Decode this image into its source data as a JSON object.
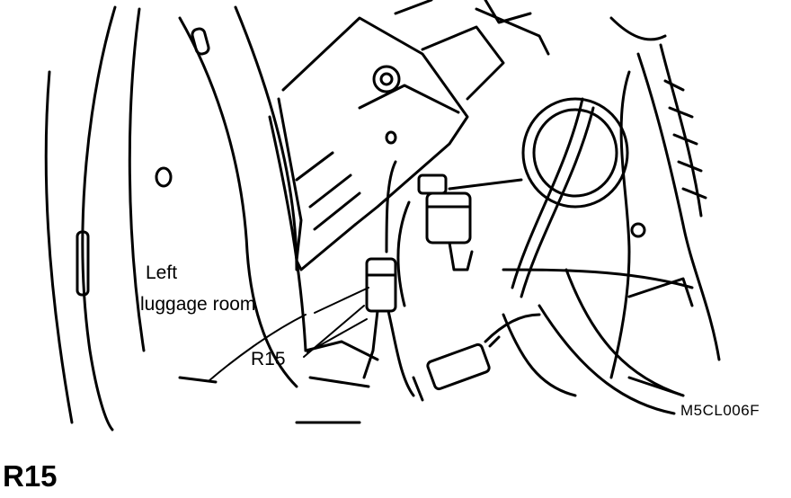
{
  "diagram": {
    "labels": {
      "location_line1": "Left",
      "location_line2": "luggage room",
      "connector_callout": "R15",
      "figure_code": "M5CL006F"
    }
  },
  "section": {
    "heading": "R15"
  },
  "colors": {
    "ink": "#000000",
    "paper": "#ffffff"
  }
}
